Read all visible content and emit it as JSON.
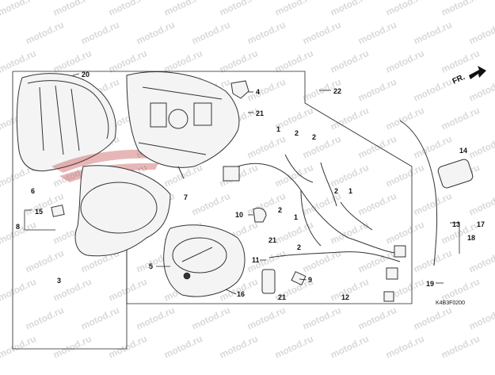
{
  "diagram": {
    "direction_label": "FR.",
    "part_code": "K4B3F0200",
    "watermark_text": "motod.ru",
    "callouts": [
      "1",
      "2",
      "3",
      "4",
      "5",
      "6",
      "7",
      "8",
      "9",
      "10",
      "11",
      "12",
      "13",
      "14",
      "15",
      "16",
      "17",
      "18",
      "19",
      "20",
      "21",
      "22"
    ]
  }
}
